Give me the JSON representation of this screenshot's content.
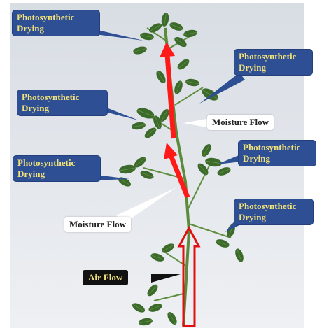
{
  "figure": {
    "labels": {
      "top_left": "Photosynthetic Drying",
      "top_right": "Photosynthetic Drying",
      "mid_left_upper": "Photosynthetic Drying",
      "mid_right": "Photosynthetic Drying",
      "mid_left_lower": "Photosynthetic Drying",
      "lower_right": "Photosynthetic Drying",
      "moisture_flow_upper": "Moisture Flow",
      "moisture_flow_lower": "Moisture Flow",
      "air_flow": "Air Flow"
    },
    "colors": {
      "callout_fill": "#2e4f93",
      "callout_text": "#f3e27a",
      "moisture_arrow": "#ff1a1a",
      "air_arrow_outline": "#e01010",
      "stem": "#5f8f3e",
      "leaf": "#3f6b2c",
      "background_top": "#dfe4ea",
      "background_bottom": "#f1f3f5"
    }
  }
}
